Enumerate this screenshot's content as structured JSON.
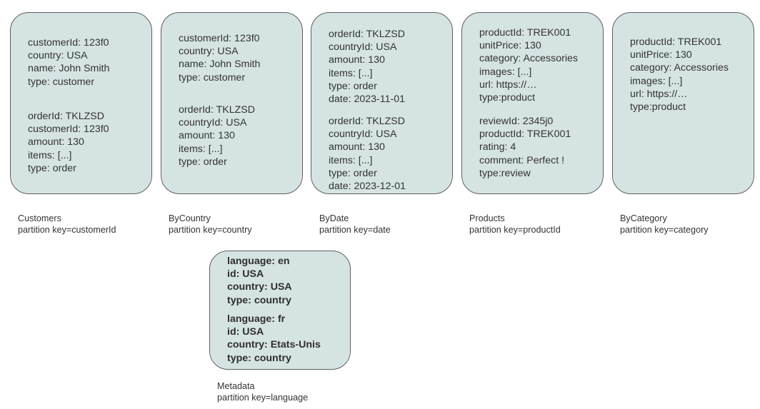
{
  "containers": [
    {
      "name": "Customers",
      "partition_key": "partition key=customerId",
      "items": [
        [
          "customerId: 123f0",
          "country: USA",
          "name: John Smith",
          "type: customer"
        ],
        [
          "orderId: TKLZSD",
          "customerId: 123f0",
          "amount: 130",
          "items: [...]",
          "type: order"
        ]
      ]
    },
    {
      "name": "ByCountry",
      "partition_key": "partition key=country",
      "items": [
        [
          "customerId: 123f0",
          "country: USA",
          "name: John Smith",
          "type: customer"
        ],
        [
          "orderId: TKLZSD",
          "countryId: USA",
          "amount: 130",
          "items: [...]",
          "type: order"
        ]
      ]
    },
    {
      "name": "ByDate",
      "partition_key": "partition key=date",
      "items": [
        [
          "orderId: TKLZSD",
          "countryId: USA",
          "amount: 130",
          "items: [...]",
          "type: order",
          "date: 2023-11-01"
        ],
        [
          "orderId: TKLZSD",
          "countryId: USA",
          "amount: 130",
          "items: [...]",
          "type: order",
          "date: 2023-12-01"
        ]
      ]
    },
    {
      "name": "Products",
      "partition_key": "partition key=productId",
      "items": [
        [
          "productId: TREK001",
          "unitPrice: 130",
          "category: Accessories",
          "images: [...]",
          "url: https://…",
          "type:product"
        ],
        [
          "reviewId: 2345j0",
          "productId: TREK001",
          "rating: 4",
          "comment: Perfect !",
          "type:review"
        ]
      ]
    },
    {
      "name": "ByCategory",
      "partition_key": "partition key=category",
      "items": [
        [
          "productId: TREK001",
          "unitPrice: 130",
          "category: Accessories",
          "images: [...]",
          "url: https://…",
          "type:product"
        ]
      ]
    },
    {
      "name": "Metadata",
      "partition_key": "partition key=language",
      "items": [
        [
          "language: en",
          "id: USA",
          "country: USA",
          "type: country"
        ],
        [
          "language: fr",
          "id: USA",
          "country: Etats-Unis",
          "type: country"
        ]
      ]
    }
  ],
  "colors": {
    "box_fill": "#d5e3e3",
    "box_border": "#5f5f5f",
    "text": "#333333"
  }
}
